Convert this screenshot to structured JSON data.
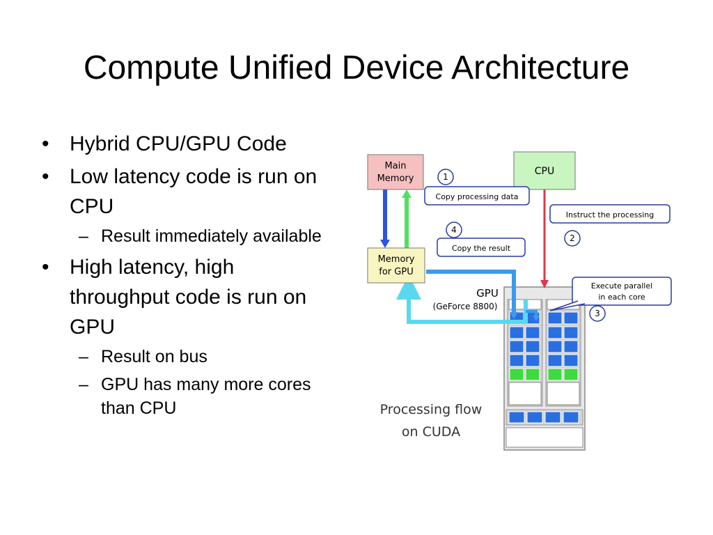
{
  "slide": {
    "title": "Compute Unified Device Architecture"
  },
  "bullets": [
    {
      "text": "Hybrid CPU/GPU Code",
      "subs": []
    },
    {
      "text": "Low latency code is run on CPU",
      "subs": [
        "Result immediately available"
      ]
    },
    {
      "text": "High latency, high throughput code is run on GPU",
      "subs": [
        "Result on bus",
        "GPU has many more cores than CPU"
      ]
    }
  ],
  "diagram": {
    "main_memory_line1": "Main",
    "main_memory_line2": "Memory",
    "cpu": "CPU",
    "memory_gpu_line1": "Memory",
    "memory_gpu_line2": "for GPU",
    "gpu": "GPU",
    "gpu_model": "(GeForce 8800)",
    "step1_num": "1",
    "step1_label": "Copy processing data",
    "step2_num": "2",
    "step2_label": "Instruct the processing",
    "step3_num": "3",
    "step3_line1": "Execute parallel",
    "step3_line2": "in each core",
    "step4_num": "4",
    "step4_label": "Copy the result",
    "caption_line1": "Processing flow",
    "caption_line2": "on CUDA",
    "colors": {
      "main_memory": "#f6c0c0",
      "cpu": "#c8f5c0",
      "memory_gpu": "#f8f5c0",
      "core_blue": "#2a6fe0",
      "core_green": "#3ddb3d",
      "arrow_cyan": "#5ad8f0",
      "arrow_blue": "#2a55e0",
      "arrow_green": "#50e060",
      "arrow_red": "#d83a4a",
      "callout_border": "#2a3aa0"
    }
  }
}
